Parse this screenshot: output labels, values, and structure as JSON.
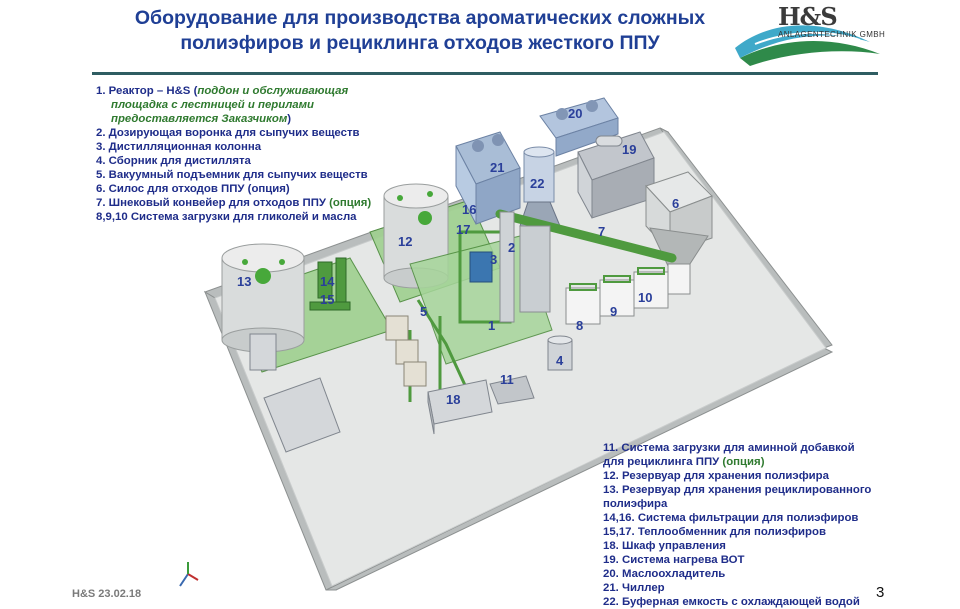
{
  "slide": {
    "title_line1": "Оборудование для производства ароматических сложных",
    "title_line2": "полиэфиров и рециклинга отходов жесткого ППУ",
    "logo": {
      "brand": "H&S",
      "sub": "ANLAGENTECHNIK GMBH"
    },
    "footer_text": "H&S  23.02.18",
    "page_number": "3"
  },
  "legend_top": [
    {
      "text": "1. Реактор – H&S (",
      "opt": "поддон и обслуживающая",
      "tail": ""
    },
    {
      "text": "",
      "opt": "площадка с лестницей и перилами",
      "tail": ""
    },
    {
      "text": "",
      "opt": "предоставляется Заказчиком",
      "tail": ")"
    },
    {
      "text": "2. Дозирующая воронка для сыпучих веществ",
      "opt": "",
      "tail": ""
    },
    {
      "text": "3. Дистилляционная колонна",
      "opt": "",
      "tail": ""
    },
    {
      "text": "4. Сборник для дистиллята",
      "opt": "",
      "tail": ""
    },
    {
      "text": "5. Вакуумный подъемник для сыпучих веществ",
      "opt": "",
      "tail": ""
    },
    {
      "text": "6. Силос для отходов ППУ (опция)",
      "opt": "",
      "tail": ""
    },
    {
      "text": "7. Шнековый конвейер для отходов ППУ ",
      "opt": "(опция)",
      "tail": ""
    },
    {
      "text": "8,9,10 Система загрузки для гликолей и масла",
      "opt": "",
      "tail": ""
    }
  ],
  "legend_bottom": [
    {
      "text": "11. Система загрузки для аминной добавкой",
      "opt": ""
    },
    {
      "text": "     для рециклинга ППУ ",
      "opt": "(опция)"
    },
    {
      "text": "12. Резервуар для хранения полиэфира",
      "opt": ""
    },
    {
      "text": "13. Резервуар для хранения рециклированного",
      "opt": ""
    },
    {
      "text": "      полиэфира",
      "opt": ""
    },
    {
      "text": "14,16. Система фильтрации для полиэфиров",
      "opt": ""
    },
    {
      "text": "15,17. Теплообменник для полиэфиров",
      "opt": ""
    },
    {
      "text": "18. Шкаф управления",
      "opt": ""
    },
    {
      "text": "19. Система нагрева ВОТ",
      "opt": ""
    },
    {
      "text": "20. Маслоохладитель",
      "opt": ""
    },
    {
      "text": "21. Чиллер",
      "opt": ""
    },
    {
      "text": "22. Буферная емкость с охлаждающей водой",
      "opt": ""
    }
  ],
  "diagram_labels": [
    "1",
    "2",
    "3",
    "4",
    "5",
    "6",
    "7",
    "8",
    "9",
    "10",
    "11",
    "12",
    "13",
    "14",
    "15",
    "16",
    "17",
    "18",
    "19",
    "20",
    "21",
    "22"
  ],
  "colors": {
    "title": "#1f3f95",
    "legend": "#1f2d8a",
    "option": "#2f7a2f",
    "rule": "#2f5d62",
    "equipment_green": "#5aa84a"
  }
}
